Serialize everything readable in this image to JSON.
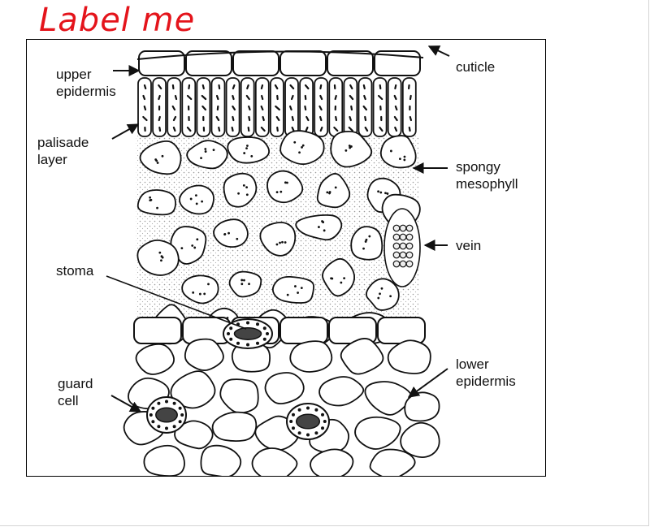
{
  "header": {
    "title": "Label me"
  },
  "diagram": {
    "labels": {
      "upper_epidermis": [
        "upper",
        "epidermis"
      ],
      "palisade_layer": [
        "palisade",
        "layer"
      ],
      "stoma": [
        "stoma"
      ],
      "guard_cell": [
        "guard",
        "cell"
      ],
      "cuticle": [
        "cuticle"
      ],
      "spongy_mesophyll": [
        "spongy",
        "mesophyll"
      ],
      "vein": [
        "vein"
      ],
      "lower_epidermis": [
        "lower",
        "epidermis"
      ]
    }
  },
  "colors": {
    "title": "#e4141b",
    "ink": "#111111",
    "shading": "#9a9a9a"
  }
}
